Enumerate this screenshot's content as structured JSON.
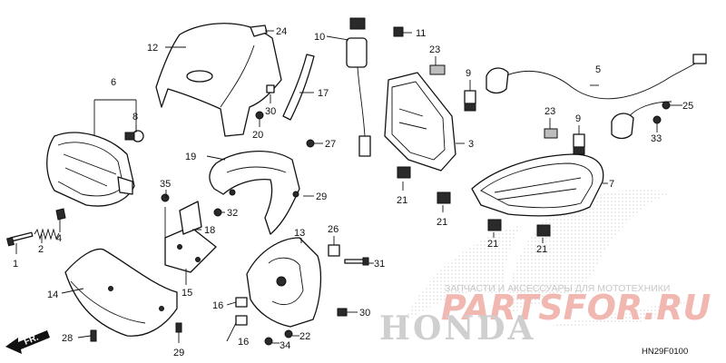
{
  "labels": {
    "l1": "1",
    "l2": "2",
    "l4": "4",
    "l6": "6",
    "l8": "8",
    "l12": "12",
    "l14": "14",
    "l15": "15",
    "l35": "35",
    "l18": "18",
    "l32": "32",
    "l19": "19",
    "l28": "28",
    "l29a": "29",
    "l24": "24",
    "l30a": "30",
    "l20": "20",
    "l17": "17",
    "l27": "27",
    "l29b": "29",
    "l10": "10",
    "l11": "11",
    "l13": "13",
    "l16a": "16",
    "l16b": "16",
    "l34": "34",
    "l22": "22",
    "l26": "26",
    "l31": "31",
    "l30b": "30",
    "l23a": "23",
    "l3": "3",
    "l21a": "21",
    "l21b": "21",
    "l9a": "9",
    "l5": "5",
    "l25": "25",
    "l33": "33",
    "l23b": "23",
    "l9b": "9",
    "l7": "7",
    "l21c": "21",
    "l21d": "21"
  },
  "direction_label": "FR.",
  "diagram_code": "HN29F0100",
  "watermark": {
    "tagline": "ЗАПЧАСТИ И АКСЕССУАРЫ ДЛЯ МОТОТЕХНИКИ",
    "site": "PARTSFOR.RU",
    "brand": "HONDA"
  },
  "colors": {
    "watermark_red": "#e8a098",
    "watermark_grey": "#cfcfcf",
    "line": "#111111"
  }
}
